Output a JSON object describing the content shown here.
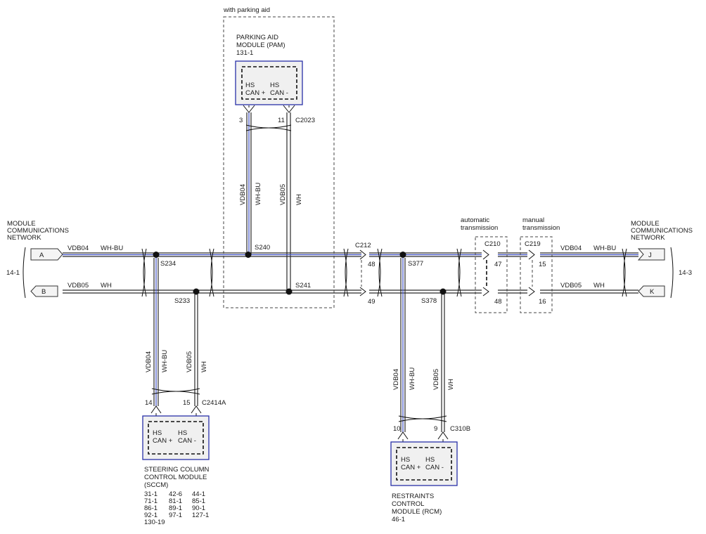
{
  "pam": {
    "group_label": "with parking aid",
    "name_lines": [
      "PARKING AID",
      "MODULE (PAM)"
    ],
    "ref": "131-1",
    "pin_left": [
      "HS",
      "CAN +"
    ],
    "pin_right": [
      "HS",
      "CAN -"
    ],
    "pin_a": "3",
    "pin_b": "11",
    "connector": "C2023",
    "wire_a_circuit": "VDB04",
    "wire_a_color": "WH-BU",
    "wire_b_circuit": "VDB05",
    "wire_b_color": "WH"
  },
  "left_net": {
    "label_lines": [
      "MODULE",
      "COMMUNICATIONS",
      "NETWORK"
    ],
    "ref": "14-1",
    "conn_a": "A",
    "conn_b": "B",
    "wire_a_circuit": "VDB04",
    "wire_a_color": "WH-BU",
    "wire_b_circuit": "VDB05",
    "wire_b_color": "WH"
  },
  "right_net": {
    "label_lines": [
      "MODULE",
      "COMMUNICATIONS",
      "NETWORK"
    ],
    "ref": "14-3",
    "conn_a": "J",
    "conn_b": "K",
    "wire_a_circuit": "VDB04",
    "wire_a_color": "WH-BU",
    "wire_b_circuit": "VDB05",
    "wire_b_color": "WH"
  },
  "splices": {
    "s234": "S234",
    "s233": "S233",
    "s240": "S240",
    "s241": "S241",
    "s377": "S377",
    "s378": "S378"
  },
  "c212": {
    "name": "C212",
    "pin_a": "48",
    "pin_b": "49"
  },
  "c210": {
    "group_lines": [
      "automatic",
      "transmission"
    ],
    "name": "C210",
    "pin_a": "47",
    "pin_b": "48"
  },
  "c219": {
    "group_lines": [
      "manual",
      "transmission"
    ],
    "name": "C219",
    "pin_a": "15",
    "pin_b": "16"
  },
  "sccm": {
    "name_lines": [
      "STEERING COLUMN",
      "CONTROL MODULE",
      "(SCCM)"
    ],
    "pin_left": [
      "HS",
      "CAN +"
    ],
    "pin_right": [
      "HS",
      "CAN -"
    ],
    "pin_a": "14",
    "pin_b": "15",
    "connector": "C2414A",
    "wire_a_circuit": "VDB04",
    "wire_a_color": "WH-BU",
    "wire_b_circuit": "VDB05",
    "wire_b_color": "WH",
    "refs": [
      [
        "31-1",
        "42-6",
        "44-1"
      ],
      [
        "71-1",
        "81-1",
        "85-1"
      ],
      [
        "86-1",
        "89-1",
        "90-1"
      ],
      [
        "92-1",
        "97-1",
        "127-1"
      ],
      [
        "130-19",
        "",
        ""
      ]
    ]
  },
  "rcm": {
    "name_lines": [
      "RESTRAINTS",
      "CONTROL",
      "MODULE (RCM)"
    ],
    "ref": "46-1",
    "pin_left": [
      "HS",
      "CAN +"
    ],
    "pin_right": [
      "HS",
      "CAN -"
    ],
    "pin_a": "10",
    "pin_b": "9",
    "connector": "C310B",
    "wire_a_circuit": "VDB04",
    "wire_a_color": "WH-BU",
    "wire_b_circuit": "VDB05",
    "wire_b_color": "WH"
  }
}
